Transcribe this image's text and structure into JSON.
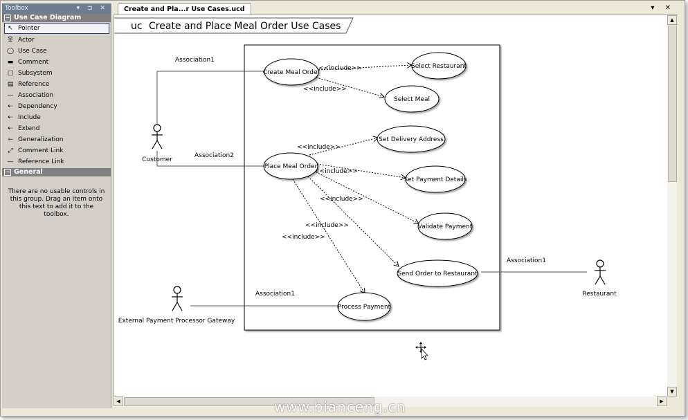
{
  "toolbox": {
    "title": "Toolbox",
    "controls": "▾ ⊐ ✕",
    "section_usecase": "Use Case Diagram",
    "items": [
      {
        "label": "Pointer",
        "icon": "pointer-icon",
        "glyph": "↖"
      },
      {
        "label": "Actor",
        "icon": "actor-icon",
        "glyph": "웃"
      },
      {
        "label": "Use Case",
        "icon": "use-case-icon",
        "glyph": "◯"
      },
      {
        "label": "Comment",
        "icon": "comment-icon",
        "glyph": "▬"
      },
      {
        "label": "Subsystem",
        "icon": "subsystem-icon",
        "glyph": "□"
      },
      {
        "label": "Reference",
        "icon": "reference-icon",
        "glyph": "▤"
      },
      {
        "label": "Association",
        "icon": "association-icon",
        "glyph": "—"
      },
      {
        "label": "Dependency",
        "icon": "dependency-icon",
        "glyph": "⇠"
      },
      {
        "label": "Include",
        "icon": "include-icon",
        "glyph": "⇠"
      },
      {
        "label": "Extend",
        "icon": "extend-icon",
        "glyph": "⇠"
      },
      {
        "label": "Generalization",
        "icon": "generalization-icon",
        "glyph": "⇽"
      },
      {
        "label": "Comment Link",
        "icon": "comment-link-icon",
        "glyph": "⤢"
      },
      {
        "label": "Reference Link",
        "icon": "reference-link-icon",
        "glyph": "—"
      }
    ],
    "section_general": "General",
    "general_text": "There are no usable controls in this group. Drag an item onto this text to add it to the toolbox."
  },
  "document": {
    "tab_label": "Create and Pla...r Use Cases.ucd",
    "tab_controls": "▾ ✕"
  },
  "diagram": {
    "frame_keyword": "uc",
    "frame_title": "Create and Place Meal Order Use Cases",
    "use_cases": {
      "create": "Create Meal Order",
      "select_restaurant": "Select Restaurant",
      "select_meal": "Select Meal",
      "place": "Place Meal Order",
      "set_delivery": "Set Delivery Address",
      "set_payment": "Set Payment Details",
      "validate": "Validate Payment",
      "send": "Send Order to Restaurant",
      "process": "Process Payment"
    },
    "actors": {
      "customer": "Customer",
      "restaurant": "Restaurant",
      "gateway": "External Payment Processor Gateway"
    },
    "include_label": "<<include>>",
    "association_labels": {
      "a_customer_create": "Association1",
      "a_customer_place": "Association2",
      "a_restaurant": "Association1",
      "a_gateway": "Association1"
    }
  },
  "watermark": "www.bianceng.cn",
  "colors": {
    "toolbox_bg": "#d4d0c8",
    "title_bar": "#6f7d90",
    "category_header": "#808080"
  }
}
